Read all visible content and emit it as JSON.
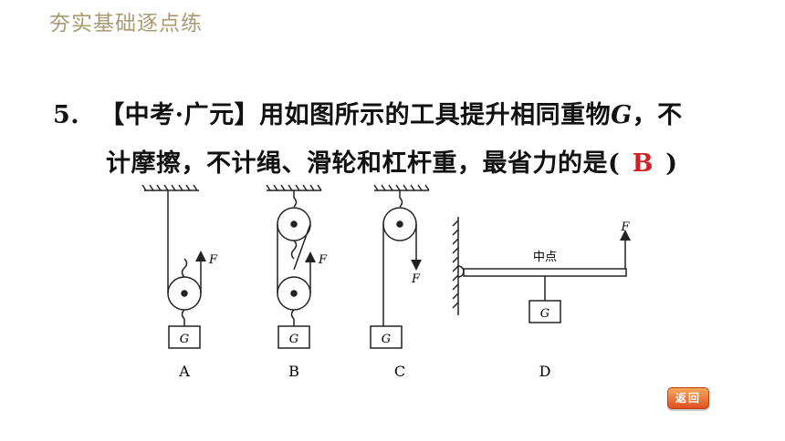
{
  "header": {
    "title": "夯实基础逐点练"
  },
  "question": {
    "number": "5.",
    "line1_a": "【中考·广元】用如图所示的工具提升相同重物",
    "line1_g": "G",
    "line1_b": "，不",
    "line2_a": "计摩擦，不计绳、滑轮和杠杆重，最省力的是(",
    "answer": "B",
    "line2_b": ")"
  },
  "figure": {
    "labels": [
      "A",
      "B",
      "C",
      "D"
    ],
    "force_label": "F",
    "weight_label": "G",
    "midpoint_label": "中点"
  },
  "back_button": {
    "label": "返回"
  }
}
